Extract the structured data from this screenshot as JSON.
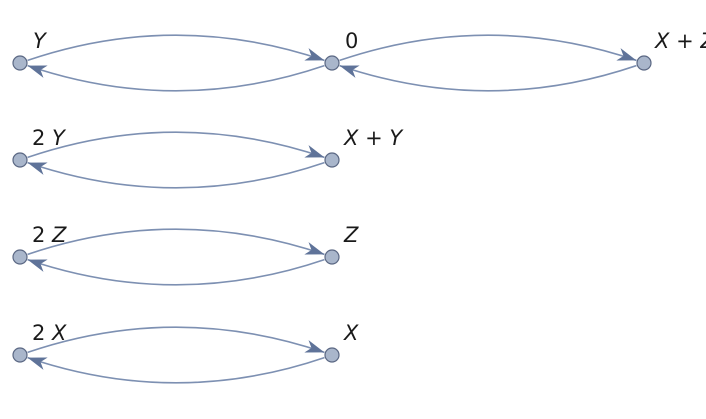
{
  "nodes": {
    "n_y": {
      "parts": [
        {
          "t": "Y",
          "i": true
        }
      ]
    },
    "n_0": {
      "parts": [
        {
          "t": "0",
          "i": false
        }
      ]
    },
    "n_xz": {
      "parts": [
        {
          "t": "X",
          "i": true
        },
        {
          "t": " + ",
          "i": false
        },
        {
          "t": "Z",
          "i": true
        }
      ]
    },
    "n_2y": {
      "parts": [
        {
          "t": "2 ",
          "i": false
        },
        {
          "t": "Y",
          "i": true
        }
      ]
    },
    "n_xy": {
      "parts": [
        {
          "t": "X",
          "i": true
        },
        {
          "t": " + ",
          "i": false
        },
        {
          "t": "Y",
          "i": true
        }
      ]
    },
    "n_2z": {
      "parts": [
        {
          "t": "2 ",
          "i": false
        },
        {
          "t": "Z",
          "i": true
        }
      ]
    },
    "n_z": {
      "parts": [
        {
          "t": "Z",
          "i": true
        }
      ]
    },
    "n_2x": {
      "parts": [
        {
          "t": "2 ",
          "i": false
        },
        {
          "t": "X",
          "i": true
        }
      ]
    },
    "n_x": {
      "parts": [
        {
          "t": "X",
          "i": true
        }
      ]
    }
  },
  "edges": [
    {
      "from": "n_y",
      "to": "n_0"
    },
    {
      "from": "n_0",
      "to": "n_y"
    },
    {
      "from": "n_0",
      "to": "n_xz"
    },
    {
      "from": "n_xz",
      "to": "n_0"
    },
    {
      "from": "n_2y",
      "to": "n_xy"
    },
    {
      "from": "n_xy",
      "to": "n_2y"
    },
    {
      "from": "n_2z",
      "to": "n_z"
    },
    {
      "from": "n_z",
      "to": "n_2z"
    },
    {
      "from": "n_2x",
      "to": "n_x"
    },
    {
      "from": "n_x",
      "to": "n_2x"
    }
  ],
  "colors": {
    "node_fill": "#a9b6cb",
    "node_stroke": "#5a6783",
    "edge": "#7d90b2",
    "arrowhead": "#5f7399"
  }
}
